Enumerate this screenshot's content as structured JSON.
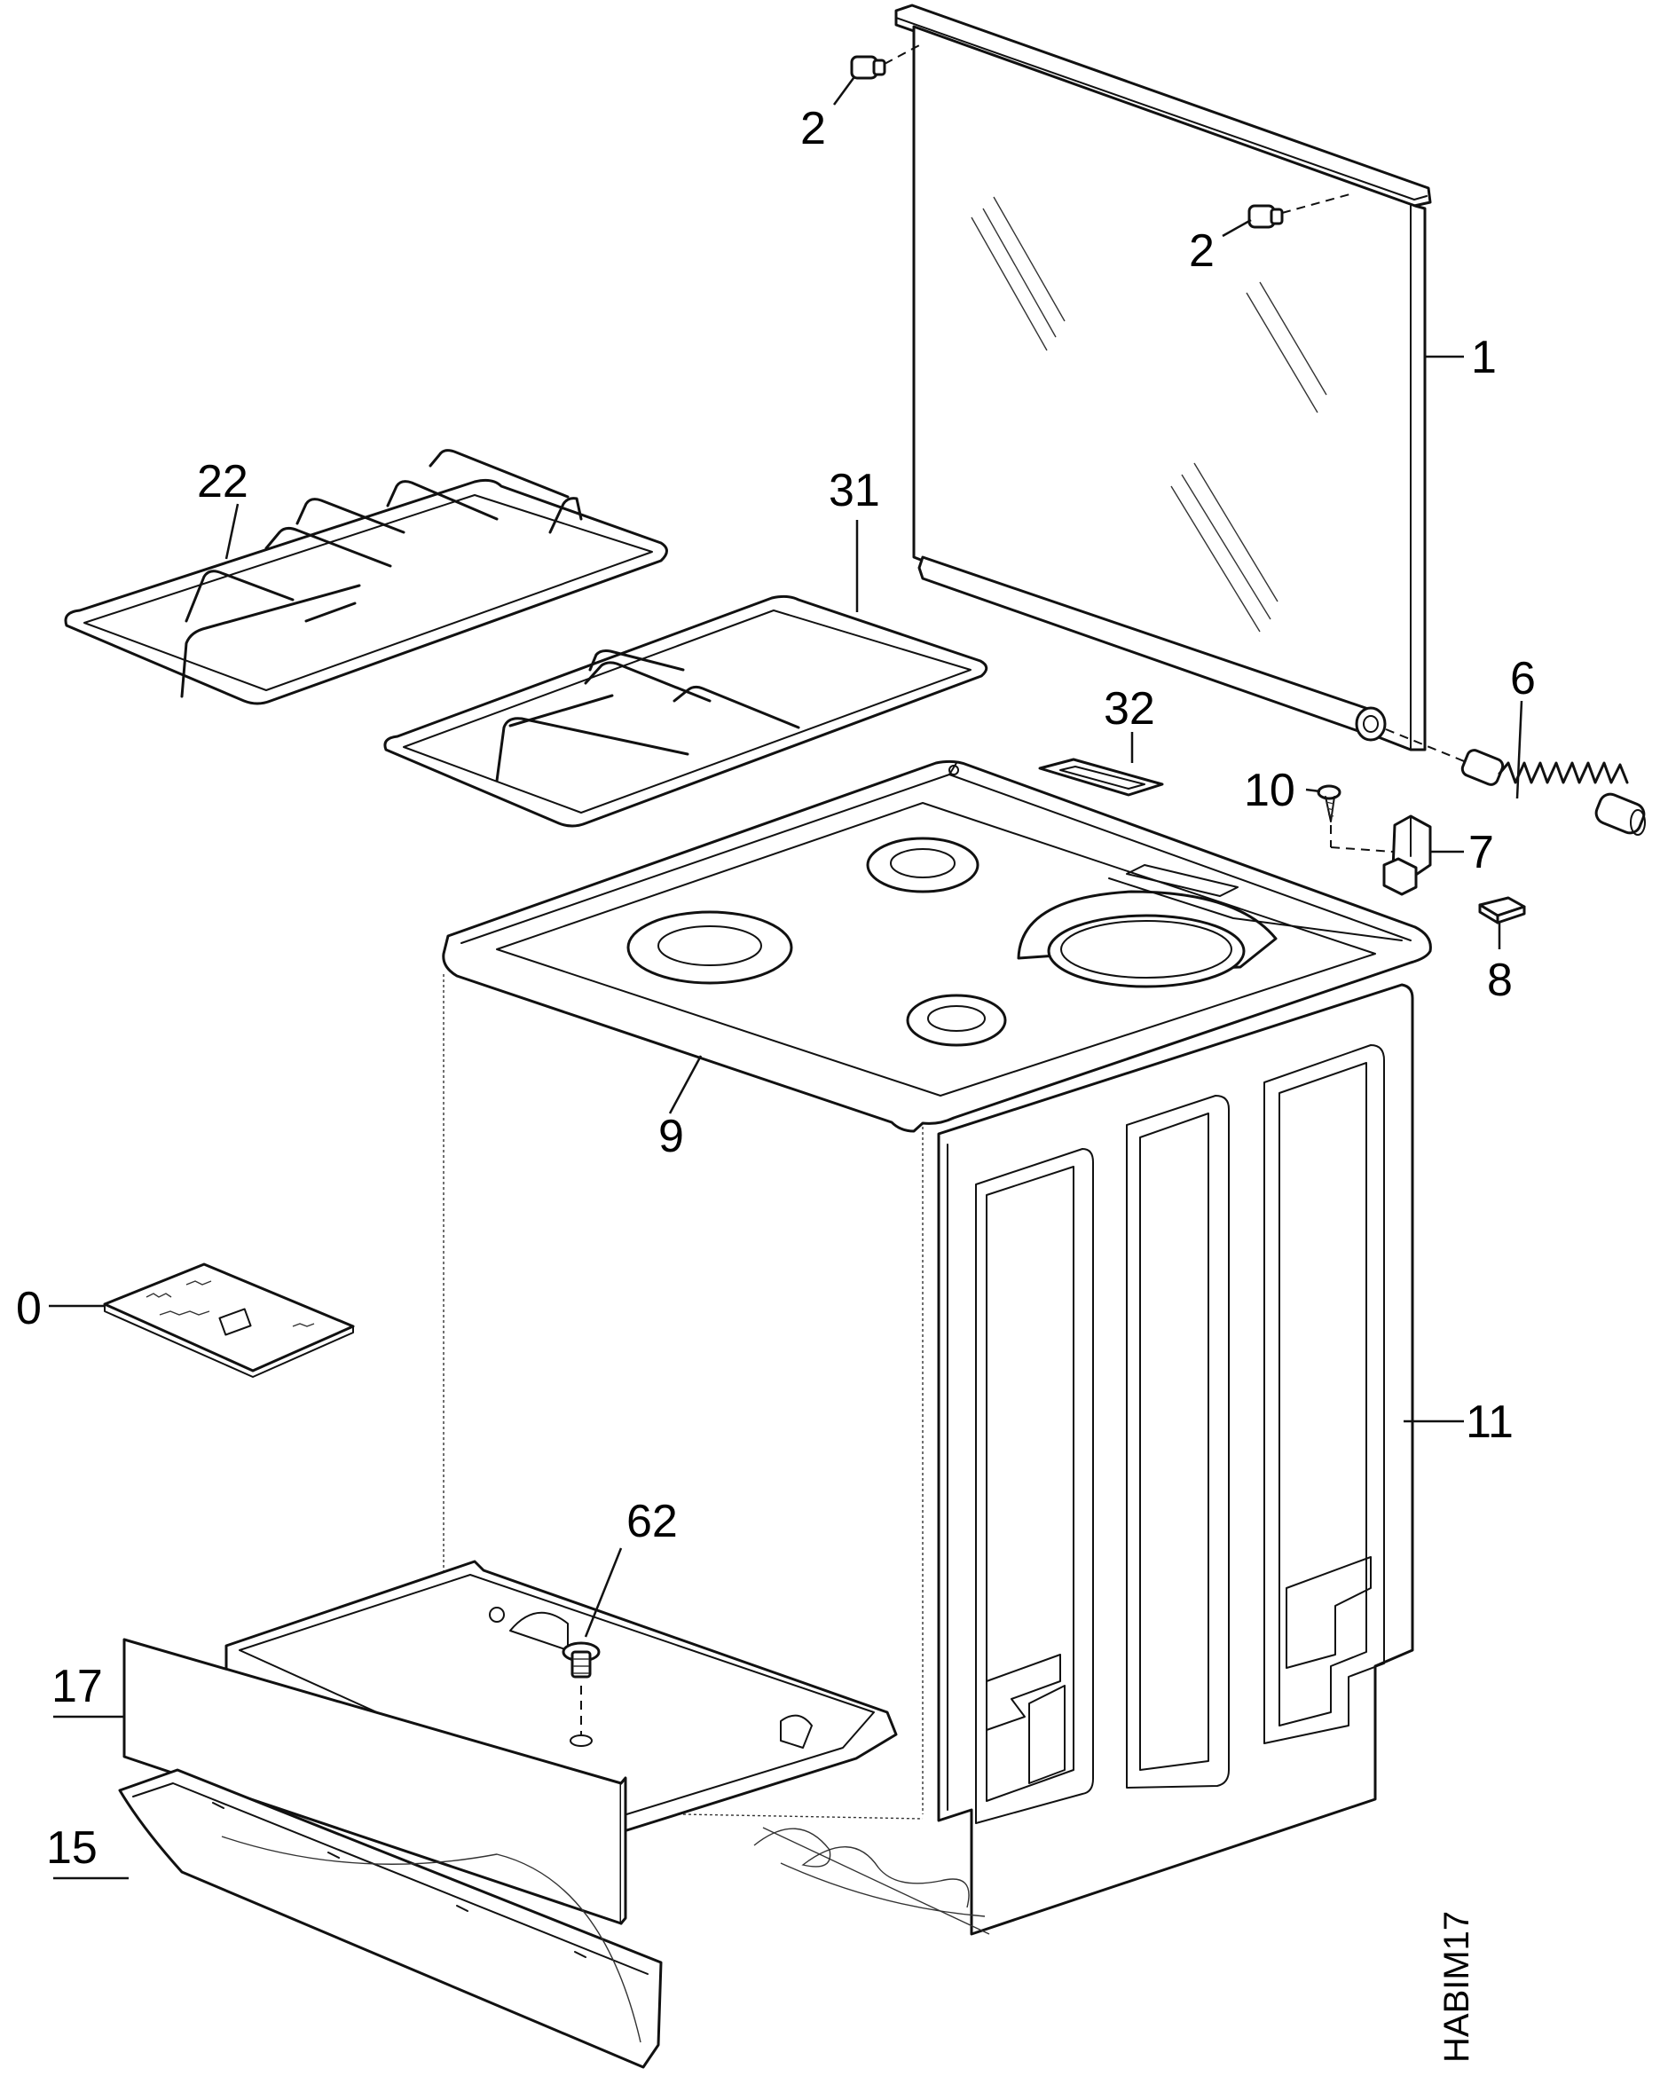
{
  "drawing_code": "HABIM17",
  "callouts": {
    "c0": "0",
    "c1": "1",
    "c2a": "2",
    "c2b": "2",
    "c6": "6",
    "c7": "7",
    "c8": "8",
    "c9": "9",
    "c10": "10",
    "c11": "11",
    "c15": "15",
    "c17": "17",
    "c22": "22",
    "c31": "31",
    "c32": "32",
    "c62": "62"
  }
}
